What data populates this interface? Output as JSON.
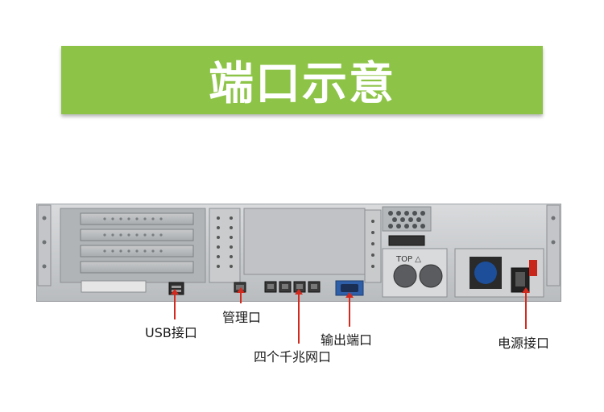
{
  "title": "端口示意",
  "colors": {
    "banner": "#8dc447",
    "callout_line": "#d42a1e",
    "label_text": "#1a1a1a"
  },
  "labels": {
    "usb": "USB接口",
    "management": "管理口",
    "gigabit": "四个千兆网口",
    "output": "输出端口",
    "power": "电源接口"
  },
  "chassis_text": {
    "top_marker": "TOP △"
  }
}
